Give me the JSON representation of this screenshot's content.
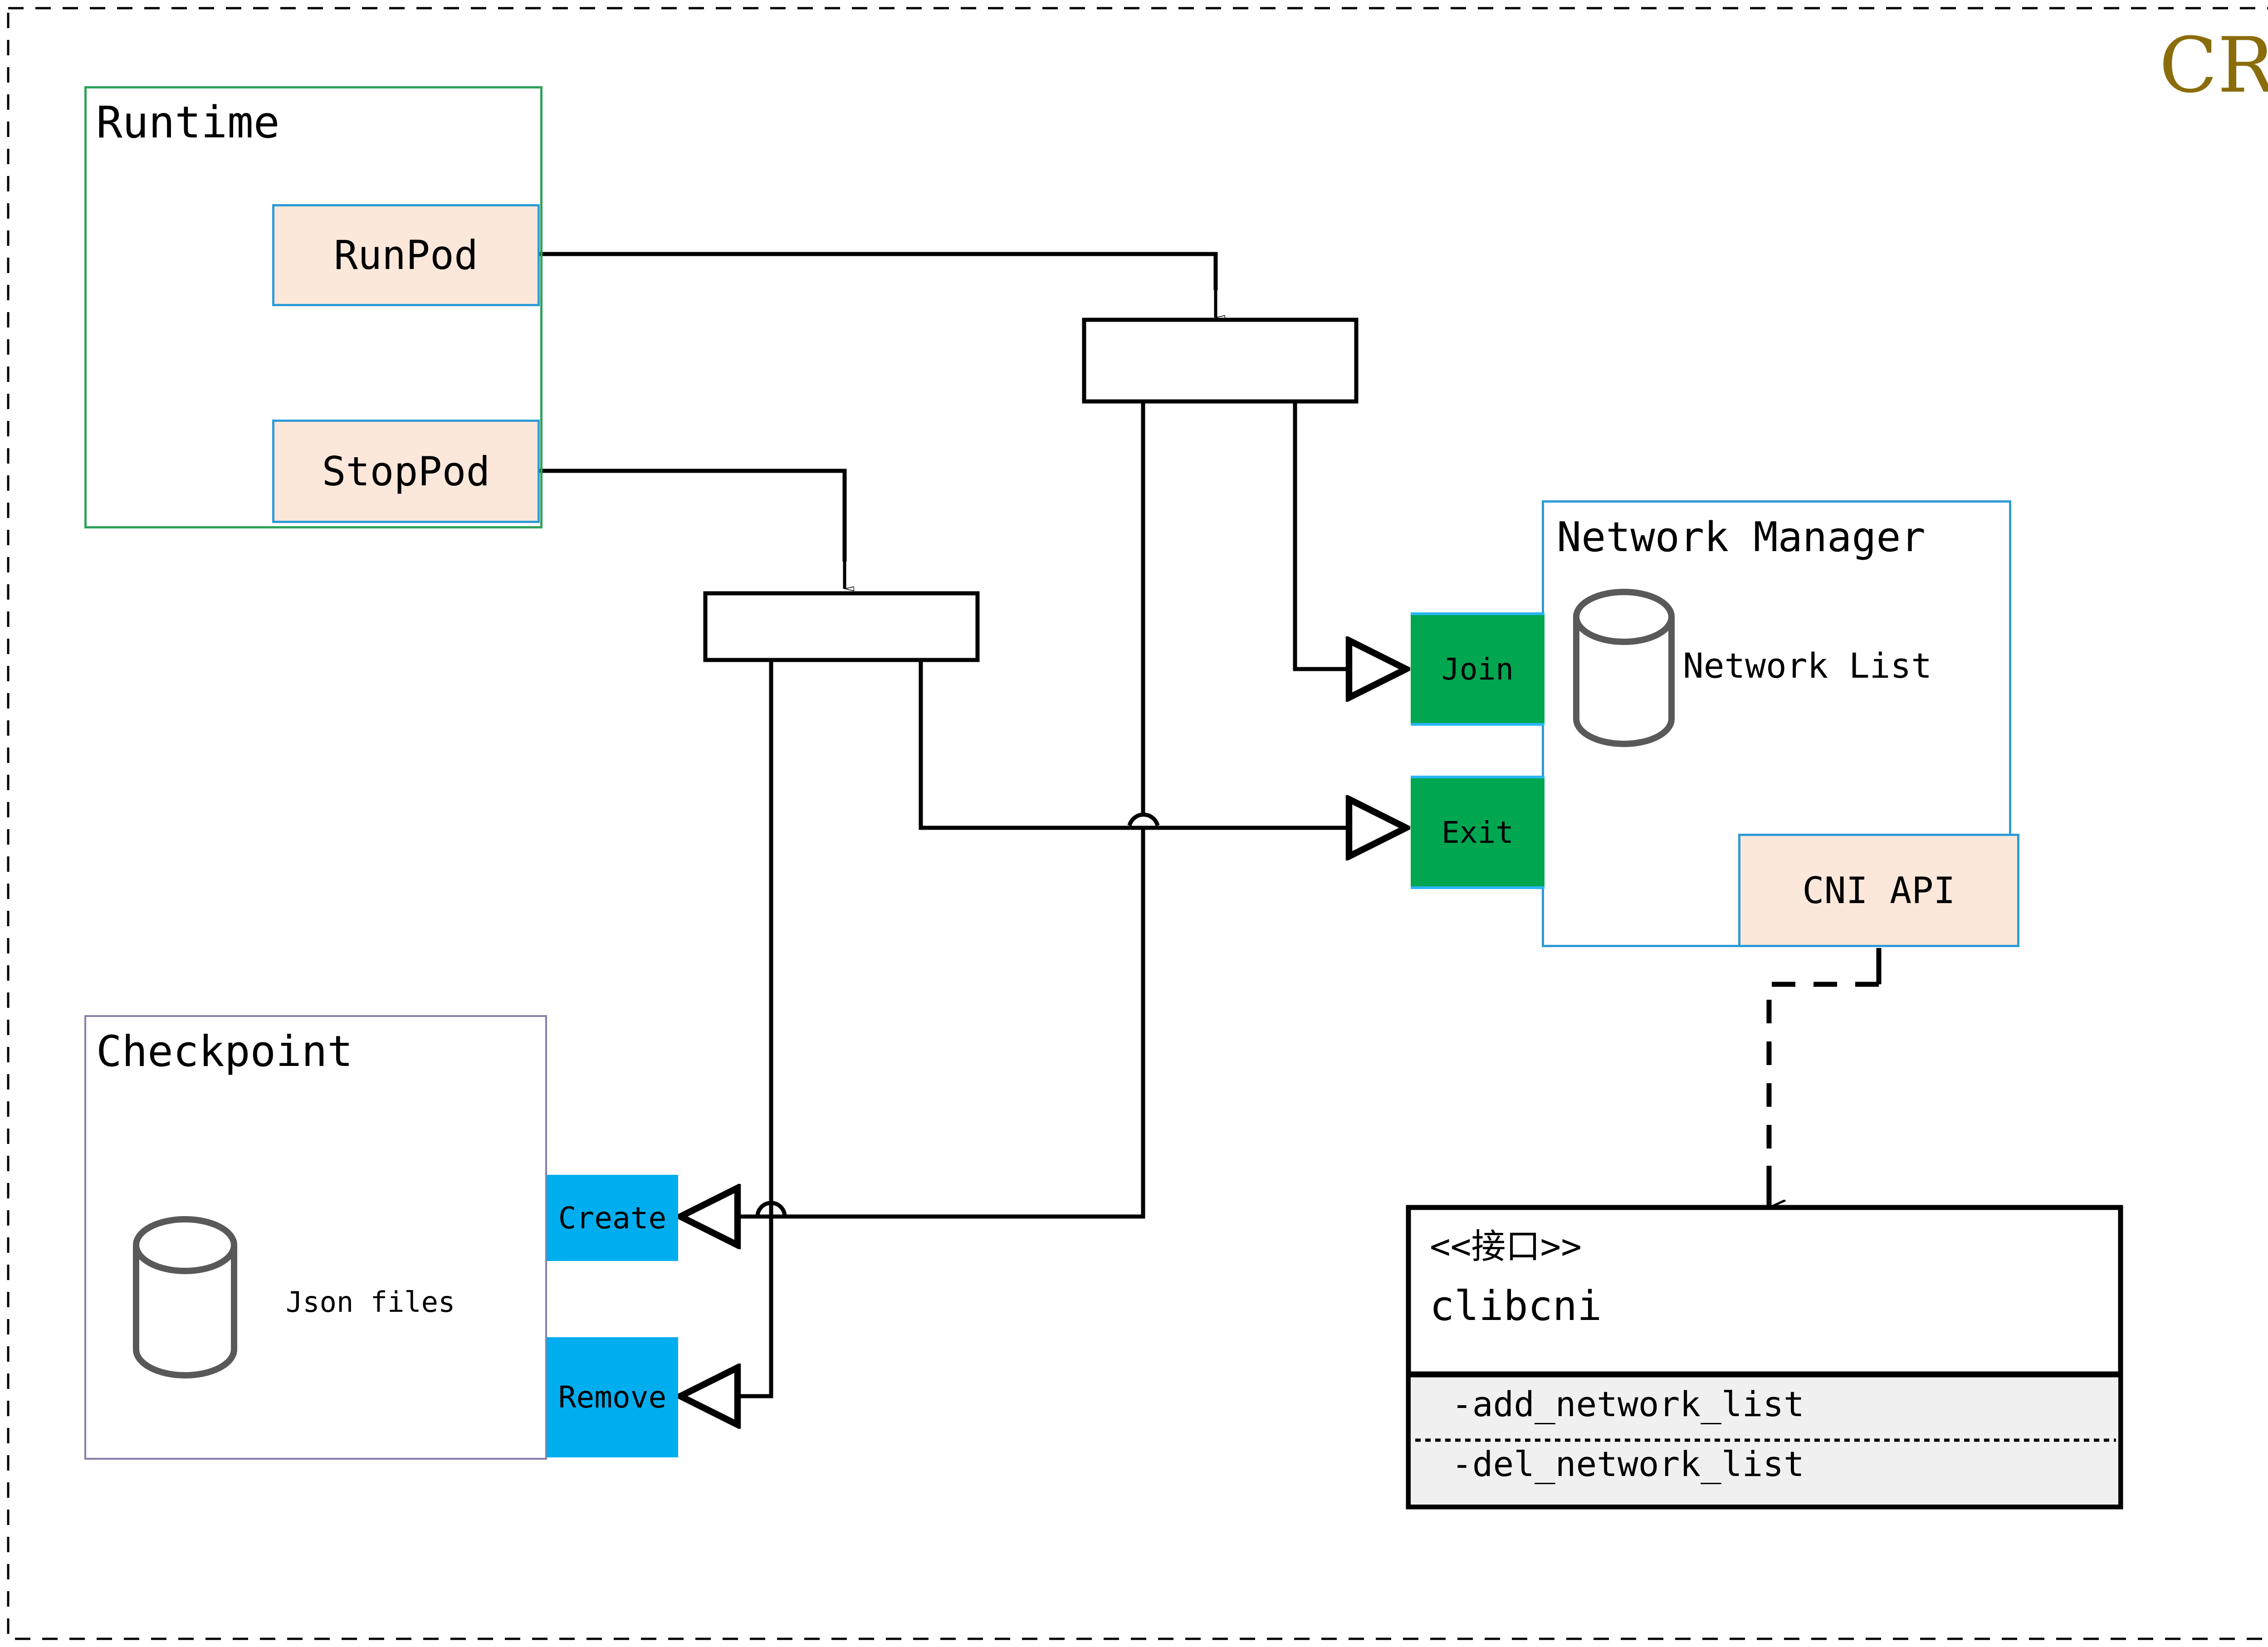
{
  "diagram": {
    "title": "CRI",
    "title_color": "#8a6d0b",
    "outer_border": "dashed",
    "containers": [
      {
        "id": "runtime",
        "label": "Runtime",
        "border_color": "#2ea25a"
      },
      {
        "id": "checkpoint",
        "label": "Checkpoint",
        "border_color": "#8a7ca8"
      },
      {
        "id": "netmgr",
        "label": "Network Manager",
        "border_color": "#2e9bd6"
      }
    ],
    "runtime_ops": [
      {
        "id": "runpod",
        "label": "RunPod",
        "fill": "#fce8da",
        "border_color": "#2e9bd6"
      },
      {
        "id": "stoppod",
        "label": "StopPod",
        "fill": "#fce8da",
        "border_color": "#2e9bd6"
      }
    ],
    "network_ops": [
      {
        "id": "join",
        "label": "Join",
        "fill": "#00a650",
        "border_color": "#29b6f6"
      },
      {
        "id": "exit",
        "label": "Exit",
        "fill": "#00a650",
        "border_color": "#29b6f6"
      }
    ],
    "checkpoint_ops": [
      {
        "id": "create",
        "label": "Create",
        "fill": "#00aeef"
      },
      {
        "id": "remove",
        "label": "Remove",
        "fill": "#00aeef"
      }
    ],
    "datastores": [
      {
        "id": "network-list",
        "label": "Network List",
        "stroke": "#595959"
      },
      {
        "id": "json-files",
        "label": "Json files",
        "stroke": "#595959"
      }
    ],
    "cni_api": {
      "label": "CNI API",
      "fill": "#fce8da",
      "border_color": "#2e9bd6"
    },
    "interface_box": {
      "stereotype": "<<接口>>",
      "name": "clibcni",
      "section_fill": "#f0f0f0",
      "methods": [
        "-add_network_list",
        "-del_network_list"
      ]
    },
    "fork_bars": [
      {
        "id": "fork-runpod"
      },
      {
        "id": "fork-stoppod"
      }
    ],
    "edges": [
      {
        "from": "runpod",
        "to": "fork-runpod",
        "style": "solid",
        "arrow": "open-triangle"
      },
      {
        "from": "stoppod",
        "to": "fork-stoppod",
        "style": "solid",
        "arrow": "open-triangle"
      },
      {
        "from": "fork-runpod",
        "to": "join",
        "style": "solid",
        "arrow": "hollow-triangle"
      },
      {
        "from": "fork-runpod",
        "to": "create",
        "style": "solid",
        "arrow": "hollow-triangle"
      },
      {
        "from": "fork-stoppod",
        "to": "exit",
        "style": "solid",
        "arrow": "hollow-triangle"
      },
      {
        "from": "fork-stoppod",
        "to": "remove",
        "style": "solid",
        "arrow": "hollow-triangle"
      },
      {
        "from": "cni_api",
        "to": "clibcni",
        "style": "dashed",
        "arrow": "open-v"
      }
    ]
  }
}
